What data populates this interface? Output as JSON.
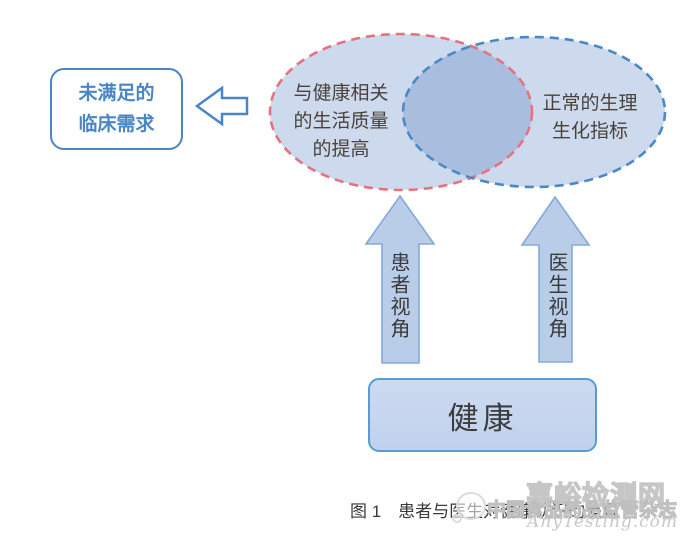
{
  "colors": {
    "accent_blue": "#4a86c5",
    "venn_fill": "#cdd9ec",
    "venn_overlap": "#a9bede",
    "left_ellipse_dash": "#e5737f",
    "right_ellipse_dash": "#4a89c7",
    "block_arrow_fill": "#b9cde9",
    "block_arrow_stroke": "#84aad8",
    "health_box_fill": "#c5d5ee",
    "health_box_border": "#5b9bd5",
    "diagram_text": "#4a423c",
    "caption_text": "#3a3a3a",
    "watermark_gray": "#c6c6c6"
  },
  "unmet_box": {
    "lines": [
      "未满足的",
      "临床需求"
    ]
  },
  "venn": {
    "left_ellipse": {
      "lines": [
        "与健康相关",
        "的生活质量",
        "的提高"
      ]
    },
    "right_ellipse": {
      "lines": [
        "正常的生理",
        "生化指标"
      ]
    }
  },
  "arrows": {
    "patient_label": "患者视角",
    "doctor_label": "医生视角"
  },
  "health_box": {
    "label": "健康"
  },
  "caption": "图 1　患者与医生对健康认识的差异",
  "watermark": {
    "site_name": "嘉峪检测网",
    "site_url": "AnyTesting.com",
    "journal": "中国食品药品监管杂志"
  }
}
